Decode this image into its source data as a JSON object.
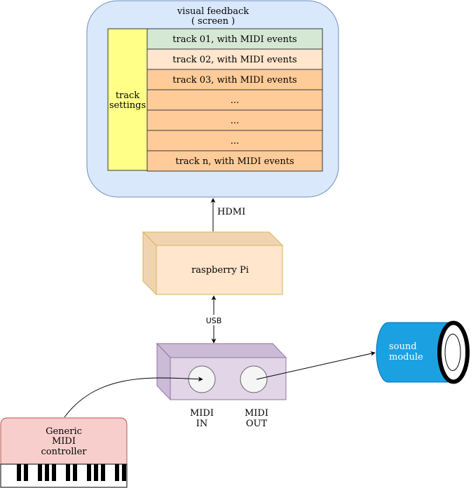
{
  "screen": {
    "title_line1": "visual feedback",
    "title_line2": "( screen )",
    "settings_line1": "track",
    "settings_line2": "settings",
    "tracks": [
      "track 01, with MIDI events",
      "track 02, with MIDI events",
      "track 03, with MIDI events",
      "...",
      "...",
      "...",
      "track  n, with MIDI events"
    ]
  },
  "connections": {
    "hdmi": "HDMI",
    "usb": "USB"
  },
  "raspberry": {
    "label": "raspberry Pi"
  },
  "interface": {
    "midi_in_line1": "MIDI",
    "midi_in_line2": "IN",
    "midi_out_line1": "MIDI",
    "midi_out_line2": "OUT"
  },
  "controller": {
    "line1": "Generic",
    "line2": "MIDI",
    "line3": "controller"
  },
  "sound_module": {
    "line1": "sound",
    "line2": "module"
  },
  "colors": {
    "screen_fill": "#dae8fc",
    "screen_stroke": "#6c8ebf",
    "settings_fill": "#ffff88",
    "track1_fill": "#d5e8d4",
    "track2_fill": "#ffe6cc",
    "track_fill": "#ffcc99",
    "pi_fill": "#ffe6cc",
    "pi_stroke": "#d6b656",
    "interface_fill": "#e1d5e7",
    "interface_stroke": "#9673a6",
    "controller_fill": "#f8cecc",
    "controller_stroke": "#b85450",
    "module_fill": "#1ba1e2",
    "module_stroke": "#006eaf"
  }
}
